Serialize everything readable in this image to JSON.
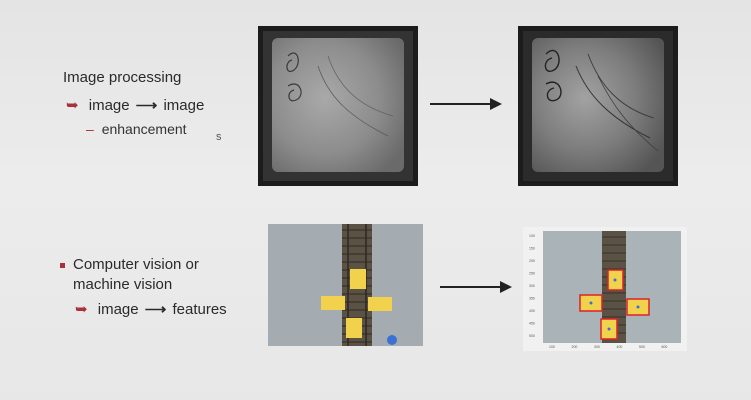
{
  "top_section": {
    "title": "Image processing",
    "bullet_marker": "➥",
    "sub_line_from": "image",
    "sub_line_arrow": "⟶",
    "sub_line_to": "image",
    "subsub_dash": "–",
    "subsub_text": "enhancement",
    "ghost_text": "s"
  },
  "bottom_section": {
    "line1": "Computer vision or",
    "line2": "machine vision",
    "bullet_marker": "➥",
    "sub_line_from": "image",
    "sub_line_arrow": "⟶",
    "sub_line_to": "features"
  },
  "plot_axis": {
    "y_ticks": [
      "100",
      "150",
      "200",
      "250",
      "300",
      "350",
      "400",
      "450",
      "500"
    ],
    "x_ticks": [
      "100",
      "200",
      "300",
      "400",
      "500",
      "600"
    ]
  },
  "colors": {
    "accent_bullet": "#a8323b",
    "yellow_marker": "#f2d24c",
    "detection_box": "#d9232b",
    "xray_dark": "#1c1c1c"
  }
}
